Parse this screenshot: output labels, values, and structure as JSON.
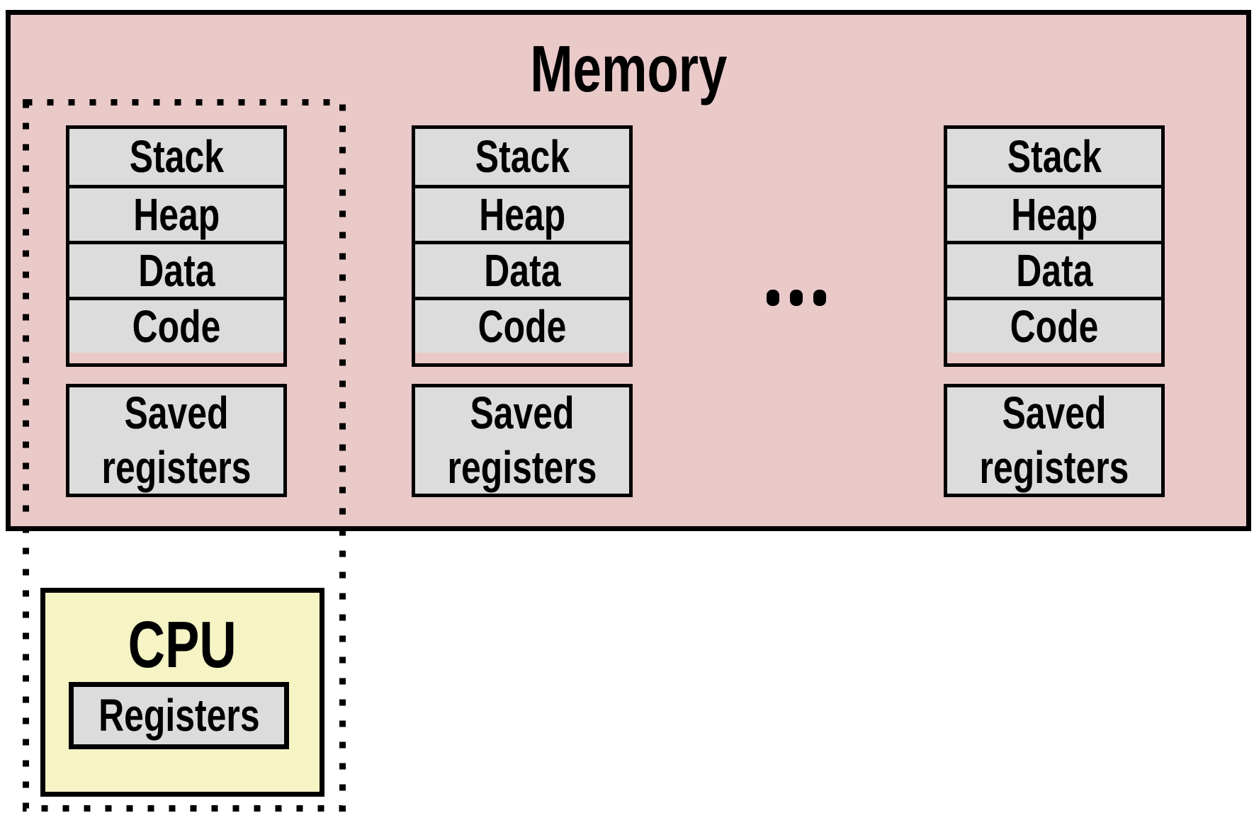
{
  "memory": {
    "title": "Memory"
  },
  "columns": [
    {
      "segments": [
        "Stack",
        "Heap",
        "Data",
        "Code"
      ],
      "saved_registers": "Saved registers"
    },
    {
      "segments": [
        "Stack",
        "Heap",
        "Data",
        "Code"
      ],
      "saved_registers": "Saved registers"
    },
    {
      "segments": [
        "Stack",
        "Heap",
        "Data",
        "Code"
      ],
      "saved_registers": "Saved registers"
    }
  ],
  "ellipsis": "...",
  "cpu": {
    "title": "CPU",
    "registers_label": "Registers"
  },
  "colors": {
    "memory_fill": "#eac9c9",
    "segment_fill": "#dcdcdc",
    "cpu_fill": "#f6f3c5",
    "line": "#000000"
  }
}
